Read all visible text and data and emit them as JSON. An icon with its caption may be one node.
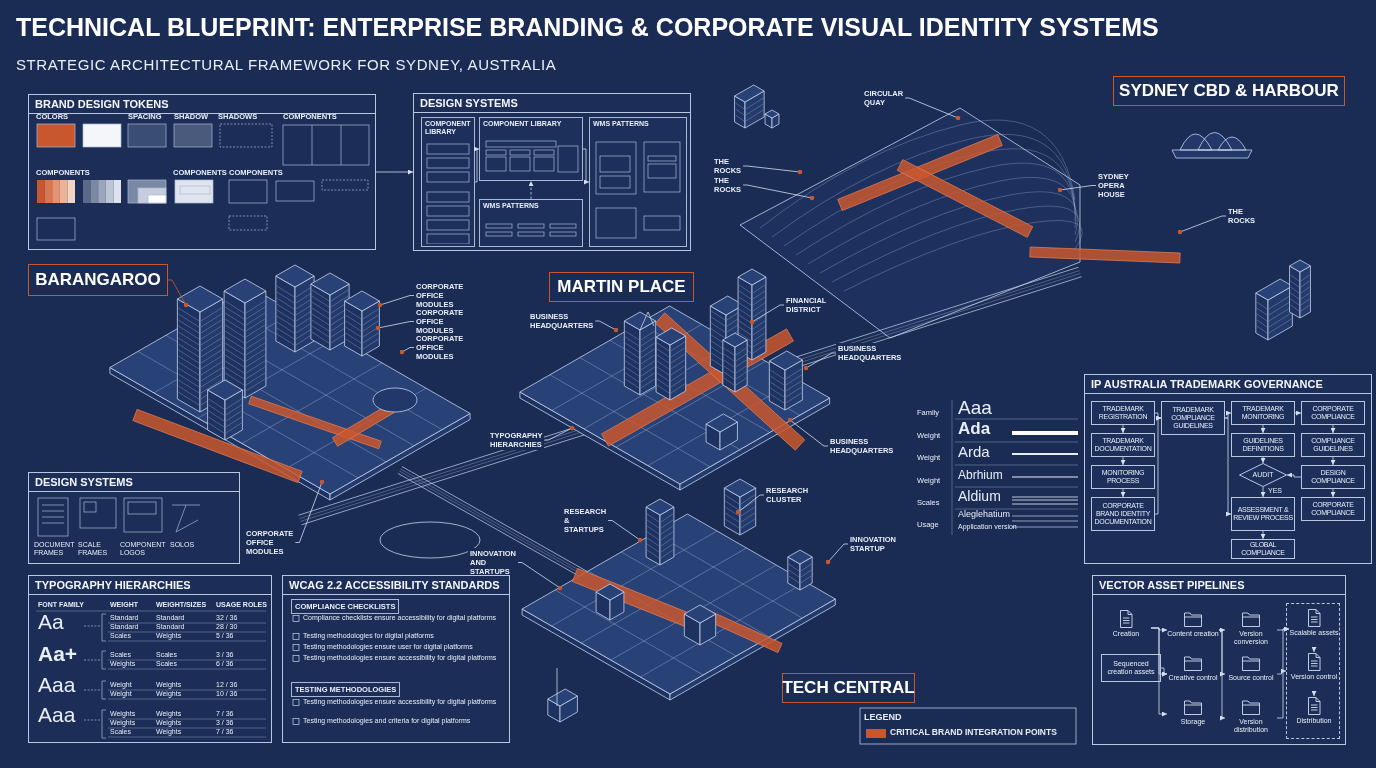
{
  "diagram": {
    "title": "TECHNICAL BLUEPRINT: ENTERPRISE BRANDING & CORPORATE VISUAL IDENTITY SYSTEMS",
    "nodes": [
      {
        "text": [
          "BRAND DESIGN TOKENS"
        ]
      },
      {
        "text": [
          "DESIGN SYSTEMS"
        ]
      },
      {
        "text": [
          "COMPONENT LIBRARY"
        ],
        "in": 1
      },
      {
        "text": [
          "COMPONENT LIBRARY"
        ],
        "in": 1
      },
      {
        "text": [
          "WMS PATTERNS"
        ],
        "in": 1
      },
      {
        "text": [
          "WMS PATTERNS"
        ],
        "in": 1
      },
      {
        "text": [
          "SYDNEY CBD & HARBOUR"
        ]
      },
      {
        "text": [
          "BARANGAROO"
        ]
      },
      {
        "text": [
          "MARTIN PLACE"
        ]
      },
      {
        "text": [
          "TECH CENTRAL"
        ]
      },
      {
        "text": [
          "CIRCULAR QUAY"
        ]
      },
      {
        "text": [
          "THE ROCKS"
        ]
      },
      {
        "text": [
          "THE ROCKS"
        ]
      },
      {
        "text": [
          "SYDNEY OPERA HOUSE"
        ]
      },
      {
        "text": [
          "THE ROCKS"
        ]
      },
      {
        "text": [
          "CORPORATE OFFICE MODULES"
        ]
      },
      {
        "text": [
          "CORPORATE OFFICE MODULES"
        ]
      },
      {
        "text": [
          "CORPORATE OFFICE MODULES"
        ]
      },
      {
        "text": [
          "FINANCIAL DISTRICT"
        ]
      },
      {
        "text": [
          "BUSINESS HEADQUARTERS"
        ]
      },
      {
        "text": [
          "BUSINESS HEADQUARTERS"
        ]
      },
      {
        "text": [
          "TYPOGRAPHY HIERARCHIES"
        ]
      },
      {
        "text": [
          "BUSINESS HEADQUARTERS"
        ]
      },
      {
        "text": [
          "DESIGN SYSTEMS"
        ]
      },
      {
        "text": [
          "CORPORATE OFFICE MODULES"
        ]
      },
      {
        "text": [
          "RESEARCH CLUSTER"
        ]
      },
      {
        "text": [
          "RESEARCH & STARTUPS"
        ]
      },
      {
        "text": [
          "INNOVATION STARTUP"
        ]
      },
      {
        "text": [
          "INNOVATION AND STARTUPS"
        ]
      },
      {
        "text": [
          "TYPOGRAPHY HIERARCHIES"
        ]
      },
      {
        "text": [
          "WCAG 2.2 ACCESSIBILITY STANDARDS"
        ]
      },
      {
        "text": [
          "COMPLIANCE CHECKLISTS"
        ],
        "in": 30
      },
      {
        "text": [
          "TESTING METHODOLOGIES"
        ],
        "in": 30
      },
      {
        "text": [
          "IP AUSTRALIA TRADEMARK GOVERNANCE"
        ]
      },
      {
        "text": [
          "TRADEMARK REGISTRATION"
        ],
        "in": 33
      },
      {
        "text": [
          "TRADEMARK DOCUMENTATION"
        ],
        "in": 33
      },
      {
        "text": [
          "MONITORING PROCESS"
        ],
        "in": 33
      },
      {
        "text": [
          "CORPORATE BRAND IDENTITY DOCUMENTATION"
        ],
        "in": 33
      },
      {
        "text": [
          "TRADEMARK COMPLIANCE GUIDELINES"
        ],
        "in": 33
      },
      {
        "text": [
          "TRADEMARK MONITORING"
        ],
        "in": 33
      },
      {
        "text": [
          "GUIDELINES DEFINITIONS"
        ],
        "in": 33
      },
      {
        "text": [
          "AUDIT"
        ],
        "in": 33
      },
      {
        "text": [
          "ASSESSMENT & REVIEW PROCESS"
        ],
        "in": 33
      },
      {
        "text": [
          "GLOBAL COMPLIANCE"
        ],
        "in": 33
      },
      {
        "text": [
          "CORPORATE COMPLIANCE"
        ],
        "in": 33
      },
      {
        "text": [
          "COMPLIANCE GUIDELINES"
        ],
        "in": 33
      },
      {
        "text": [
          "DESIGN COMPLIANCE"
        ],
        "in": 33
      },
      {
        "text": [
          "CORPORATE COMPLIANCE"
        ],
        "in": 33
      },
      {
        "text": [
          "VECTOR ASSET PIPELINES"
        ]
      },
      {
        "text": [
          "Creation"
        ],
        "in": 48
      },
      {
        "text": [
          "Sequenced creation assets"
        ],
        "in": 48
      },
      {
        "text": [
          "Content creation"
        ],
        "in": 48
      },
      {
        "text": [
          "Creative control"
        ],
        "in": 48
      },
      {
        "text": [
          "Storage"
        ],
        "in": 48
      },
      {
        "text": [
          "Version conversion"
        ],
        "in": 48
      },
      {
        "text": [
          "Source control"
        ],
        "in": 48
      },
      {
        "text": [
          "Version distribution"
        ],
        "in": 48
      },
      {
        "text": [],
        "shape": "box",
        "in": 48
      },
      {
        "text": [
          "Scalable assets"
        ],
        "in": 57
      },
      {
        "text": [
          "Version control"
        ],
        "in": 57
      },
      {
        "text": [
          "Distribution"
        ],
        "in": 57
      }
    ],
    "edges": [
      {
        "from": 0,
        "to": 1,
        "arrow": "to"
      },
      {
        "from": 2,
        "to": 3,
        "arrow": "to"
      },
      {
        "from": 3,
        "to": 4,
        "arrow": "to"
      },
      {
        "from": 5,
        "to": 3,
        "arrow": "to",
        "style": "dashed"
      },
      {
        "from": 7,
        "to": null,
        "arrow": "other",
        "color": "#c9572e"
      },
      {
        "from": 10,
        "to": null,
        "arrow": "other"
      },
      {
        "from": 11,
        "to": null,
        "arrow": "other"
      },
      {
        "from": 12,
        "to": null,
        "arrow": "other"
      },
      {
        "from": 13,
        "to": null,
        "arrow": "other"
      },
      {
        "from": 14,
        "to": null,
        "arrow": "other"
      },
      {
        "from": 15,
        "to": null,
        "arrow": "other"
      },
      {
        "from": 16,
        "to": null,
        "arrow": "other"
      },
      {
        "from": 17,
        "to": null,
        "arrow": "other"
      },
      {
        "from": 18,
        "to": null,
        "arrow": "other"
      },
      {
        "from": 19,
        "to": null,
        "arrow": "other"
      },
      {
        "from": 20,
        "to": null,
        "arrow": "other"
      },
      {
        "from": 21,
        "to": null,
        "arrow": "other"
      },
      {
        "from": 22,
        "to": null,
        "arrow": "other"
      },
      {
        "from": 24,
        "to": null,
        "arrow": "other"
      },
      {
        "from": 25,
        "to": null,
        "arrow": "other"
      },
      {
        "from": 26,
        "to": null,
        "arrow": "other"
      },
      {
        "from": 27,
        "to": null,
        "arrow": "other"
      },
      {
        "from": 28,
        "to": null,
        "arrow": "other"
      },
      {
        "from": 34,
        "to": 35,
        "arrow": "to"
      },
      {
        "from": 35,
        "to": 36,
        "arrow": "to"
      },
      {
        "from": 36,
        "to": 37,
        "arrow": "to"
      },
      {
        "from": 34,
        "to": 38,
        "arrow": "to"
      },
      {
        "from": 37,
        "to": 38,
        "arrow": "to"
      },
      {
        "from": 38,
        "to": 39,
        "arrow": "to"
      },
      {
        "from": 38,
        "to": 42,
        "arrow": "to"
      },
      {
        "from": 39,
        "to": 44,
        "arrow": "to"
      },
      {
        "from": 39,
        "to": 40,
        "arrow": "to"
      },
      {
        "from": 40,
        "to": 41,
        "arrow": "to"
      },
      {
        "from": 41,
        "to": 42,
        "arrow": "to",
        "label": "YES"
      },
      {
        "from": 42,
        "to": 43,
        "arrow": "to"
      },
      {
        "from": 44,
        "to": 45,
        "arrow": "to"
      },
      {
        "from": 45,
        "to": 46,
        "arrow": "to"
      },
      {
        "from": 46,
        "to": 41,
        "arrow": "to"
      },
      {
        "from": 46,
        "to": 47,
        "arrow": "to"
      },
      {
        "from": 49,
        "to": 51,
        "arrow": "to"
      },
      {
        "from": 49,
        "to": 52,
        "arrow": "to"
      },
      {
        "from": 49,
        "to": 53,
        "arrow": "to"
      },
      {
        "from": 50,
        "to": 52,
        "arrow": "to"
      },
      {
        "from": 51,
        "to": 54,
        "arrow": "to"
      },
      {
        "from": 51,
        "to": 55,
        "arrow": "to"
      },
      {
        "from": 51,
        "to": 56,
        "arrow": "to"
      },
      {
        "from": 54,
        "to": 58,
        "arrow": "to"
      },
      {
        "from": 55,
        "to": 57,
        "arrow": "to"
      },
      {
        "from": 56,
        "to": 58,
        "arrow": "to"
      },
      {
        "from": 58,
        "to": 59,
        "arrow": "to"
      },
      {
        "from": 59,
        "to": 60,
        "arrow": "to"
      }
    ],
    "labels": [
      "STRATEGIC ARCHITECTURAL FRAMEWORK FOR SYDNEY, AUSTRALIA",
      "COLORS",
      "SPACING",
      "SHADOW",
      "SHADOWS",
      "COMPONENTS",
      "COMPONENTS",
      "COMPONENTS",
      "COMPONENTS",
      "DOCUMENT FRAMES",
      "SCALE FRAMES",
      "COMPONENT LOGOS",
      "SOLOS",
      "FONT FAMILY",
      "WEIGHT",
      "WEIGHT/SIZES",
      "USAGE ROLES",
      "Aa",
      "Aa+",
      "Aaa",
      "Aaa",
      "Standard",
      "Standard",
      "32 / 36",
      "Standard",
      "Standard",
      "28 / 30",
      "Scales",
      "Weights",
      "5 / 36",
      "Scales",
      "Scales",
      "3 / 36",
      "Weights",
      "Scales",
      "6 / 36",
      "Weight",
      "Weights",
      "12 / 36",
      "Weight",
      "Weights",
      "10 / 36",
      "Weights",
      "Weights",
      "7 / 36",
      "Weights",
      "Weights",
      "3 / 36",
      "Scales",
      "Weights",
      "7 / 36",
      "Compliance checklists ensure accessibility for digital platforms",
      "Testing methodologies for digital platforms",
      "Testing methodologies ensure user for digital platforms",
      "Testing methodologies ensure accessibility for digital platforms",
      "Testing methodologies ensure accessibility for digital platforms",
      "Testing methodologies and criteria for digital platforms",
      "Family",
      "Aaa",
      "Weight",
      "Ada",
      "Weight",
      "Arda",
      "Weight",
      "Abrhium",
      "Scales",
      "Aldium",
      "Usage",
      "Aleglehatium",
      "Application version",
      "LEGEND"
    ],
    "legend": [
      {
        "text": "CRITICAL BRAND INTEGRATION POINTS",
        "color": "#c9572e"
      }
    ]
  }
}
